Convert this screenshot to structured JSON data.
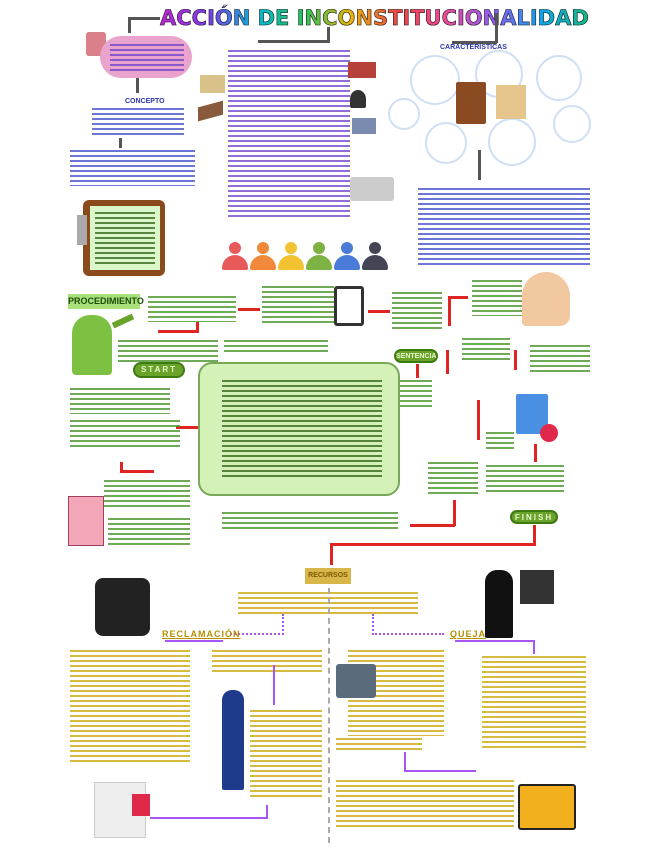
{
  "title": "ACCIÓN DE INCONSTITUCIONALIDAD",
  "sections": {
    "concepto": "CONCEPTO",
    "caracteristicas": "CARACTERÍSTICAS",
    "procedimiento": "PROCEDIMIENTO",
    "start": "START",
    "sentencia": "SENTENCIA",
    "finish": "FINISH",
    "recursos": "RECURSOS",
    "reclamacion": "RECLAMACIÓN",
    "queja": "QUEJA"
  },
  "colors": {
    "title_gradient": [
      "#c026d3",
      "#06b6d4",
      "#22c55e",
      "#eab308",
      "#ef4444"
    ],
    "arrow": "#e02424",
    "green": "#6aa32a",
    "recursos": "#d9b64a",
    "purple": "#a855f7",
    "text_blue": "#3a49c9"
  },
  "icons": [
    "book-icon",
    "house-icon",
    "gavel-icon",
    "clipboard-icon",
    "people-icon",
    "checklist-icon",
    "brain-gears-icon",
    "document-check-icon",
    "scroll-icon",
    "papers-icon",
    "puzzle-heads-icon",
    "presenter-icon",
    "businessman-icon",
    "inbox-icon",
    "receipt-icon",
    "folder-icon"
  ]
}
